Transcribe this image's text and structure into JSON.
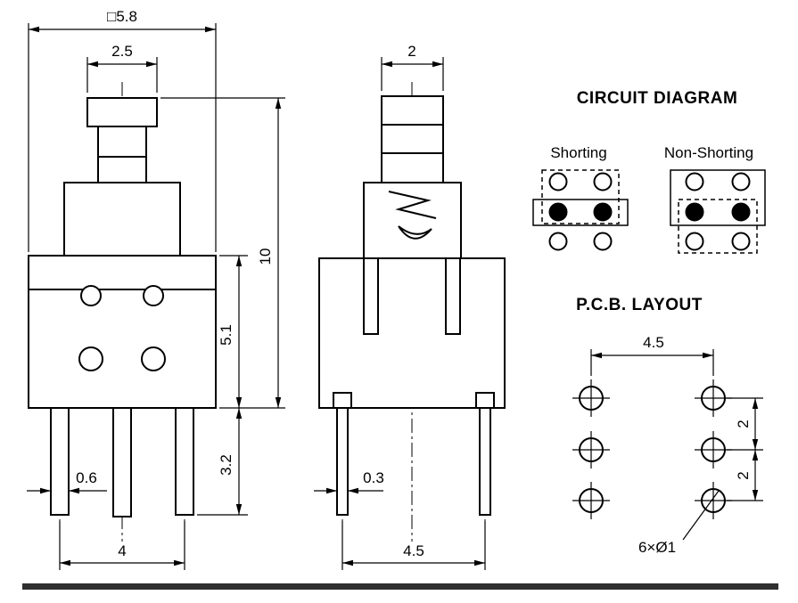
{
  "front_view": {
    "dim_body_width": "□5.8",
    "dim_button_width": "2.5",
    "dim_total_height": "10",
    "dim_body_height": "5.1",
    "dim_pin_length": "3.2",
    "dim_pin_width": "0.6",
    "dim_pin_span": "4"
  },
  "side_view": {
    "dim_button_width": "2",
    "dim_pin_thickness": "0.3",
    "dim_pin_span": "4.5"
  },
  "circuit_diagram": {
    "title": "CIRCUIT DIAGRAM",
    "shorting_label": "Shorting",
    "non_shorting_label": "Non-Shorting"
  },
  "pcb_layout": {
    "title": "P.C.B. LAYOUT",
    "dim_hole_span": "4.5",
    "dim_row_gap_upper": "2",
    "dim_row_gap_lower": "2",
    "hole_note": "6×Ø1"
  },
  "colors": {
    "line": "#000000",
    "background": "#ffffff",
    "closed_contact_fill": "#000000",
    "footer_bar": "#2f2f2f"
  }
}
